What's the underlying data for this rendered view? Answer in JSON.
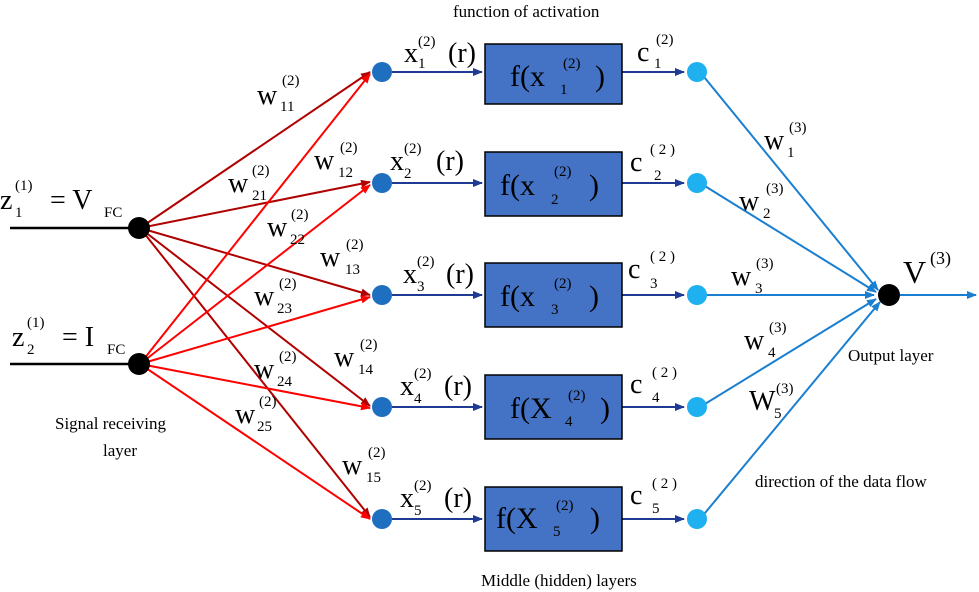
{
  "captions": {
    "top": "function of activation",
    "signal_line1": "Signal receiving",
    "signal_line2": "layer",
    "output": "Output layer",
    "flow": "direction of the data flow",
    "bottom": "Middle (hidden) layers"
  },
  "inputs": [
    {
      "base": "z",
      "sub": "1",
      "sup": "(1)",
      "eq": "= V",
      "eqsub": "FC"
    },
    {
      "base": "z",
      "sub": "2",
      "sup": "(1)",
      "eq": "= I",
      "eqsub": "FC"
    }
  ],
  "weights_in": [
    {
      "base": "w",
      "sub": "11",
      "sup": "(2)"
    },
    {
      "base": "w",
      "sub": "12",
      "sup": "(2)"
    },
    {
      "base": "w",
      "sub": "21",
      "sup": "(2)"
    },
    {
      "base": "w",
      "sub": "22",
      "sup": "(2)"
    },
    {
      "base": "w",
      "sub": "13",
      "sup": "(2)"
    },
    {
      "base": "w",
      "sub": "23",
      "sup": "(2)"
    },
    {
      "base": "w",
      "sub": "14",
      "sup": "(2)"
    },
    {
      "base": "w",
      "sub": "24",
      "sup": "(2)"
    },
    {
      "base": "w",
      "sub": "25",
      "sup": "(2)"
    },
    {
      "base": "w",
      "sub": "15",
      "sup": "(2)"
    }
  ],
  "hidden": [
    {
      "x_base": "x",
      "x_sub": "1",
      "x_sup": "(2)",
      "x_arg": "(r)",
      "f_pre": "f(x",
      "f_sub": "1",
      "f_sup": "(2)",
      "f_post": ")",
      "c_base": "c",
      "c_sub": "1",
      "c_sup": "(2)"
    },
    {
      "x_base": "x",
      "x_sub": "2",
      "x_sup": "(2)",
      "x_arg": "(r)",
      "f_pre": "f(x",
      "f_sub": "2",
      "f_sup": "(2)",
      "f_post": ")",
      "c_base": "c",
      "c_sub": "2",
      "c_sup": "( 2 )"
    },
    {
      "x_base": "x",
      "x_sub": "3",
      "x_sup": "(2)",
      "x_arg": "(r)",
      "f_pre": "f(x",
      "f_sub": "3",
      "f_sup": "(2)",
      "f_post": ")",
      "c_base": "c",
      "c_sub": "3",
      "c_sup": "( 2 )"
    },
    {
      "x_base": "x",
      "x_sub": "4",
      "x_sup": "(2)",
      "x_arg": "(r)",
      "f_pre": "f(X",
      "f_sub": "4",
      "f_sup": "(2)",
      "f_post": ")",
      "c_base": "c",
      "c_sub": "4",
      "c_sup": "( 2 )"
    },
    {
      "x_base": "x",
      "x_sub": "5",
      "x_sup": "(2)",
      "x_arg": "(r)",
      "f_pre": "f(X",
      "f_sub": "5",
      "f_sup": "(2)",
      "f_post": ")",
      "c_base": "c",
      "c_sub": "5",
      "c_sup": "( 2 )"
    }
  ],
  "weights_out": [
    {
      "base": "w",
      "sub": "1",
      "sup": "(3)"
    },
    {
      "base": "w",
      "sub": "2",
      "sup": "(3)"
    },
    {
      "base": "w",
      "sub": "3",
      "sup": "(3)"
    },
    {
      "base": "w",
      "sub": "4",
      "sup": "(3)"
    },
    {
      "base": "W",
      "sub": "5",
      "sup": "(3)"
    }
  ],
  "output": {
    "base": "V",
    "sup": "(3)"
  },
  "colors": {
    "input_edge_v": "#c00000",
    "input_edge_i": "#ff0000",
    "hidden_edge": "#1f3a93",
    "output_edge": "#1a7fd0",
    "box_fill": "#4472c4",
    "node_blue": "#1f6fc0",
    "node_light": "#1fb0f0",
    "node_black": "#000000"
  }
}
